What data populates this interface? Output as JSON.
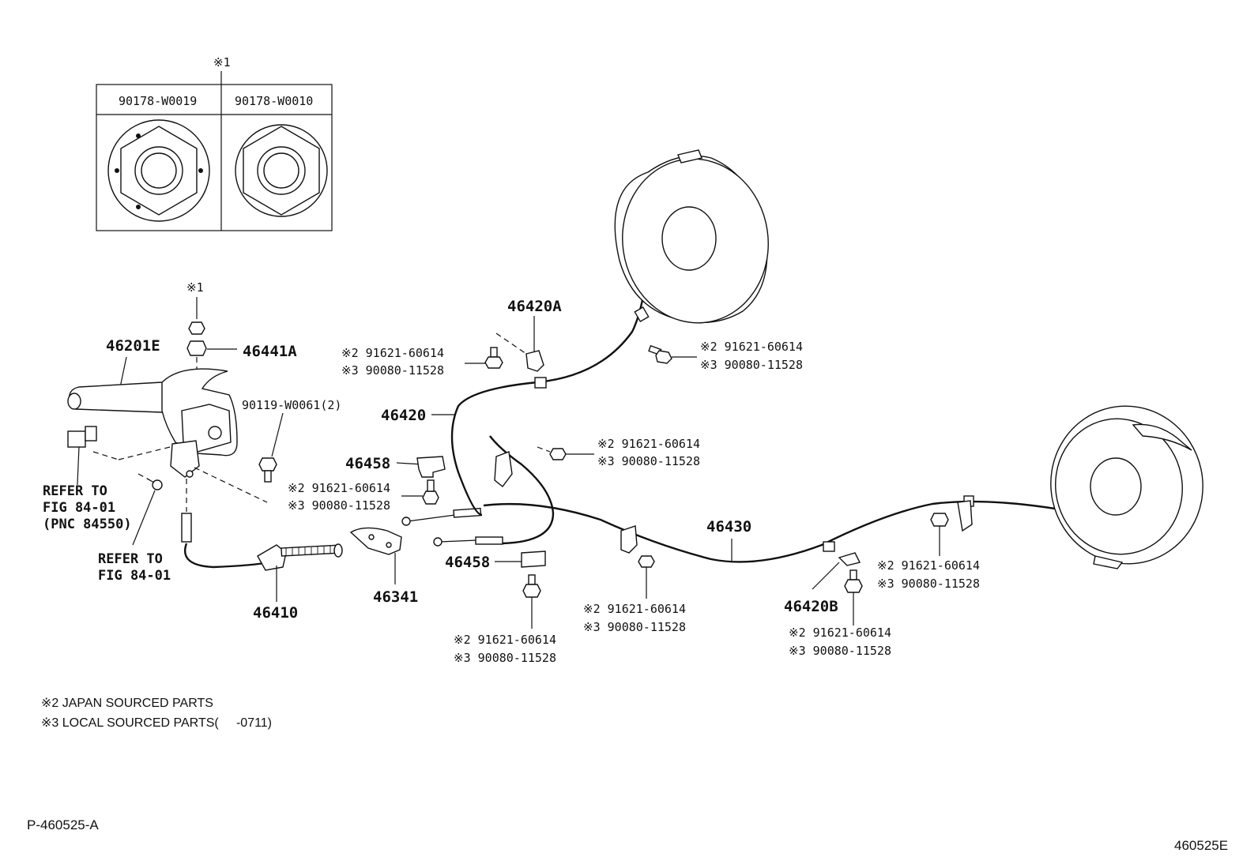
{
  "diagram": {
    "nut_table": {
      "marker": "※1",
      "left_part": "90178-W0019",
      "right_part": "90178-W0010"
    },
    "labels": {
      "marker_1_nut": "※1",
      "lever": "46201E",
      "nut": "46441A",
      "bolt_lever": "90119-W0061(2)",
      "refer_1_line1": "REFER TO",
      "refer_1_line2": "FIG 84-01",
      "refer_1_line3": "(PNC 84550)",
      "refer_2_line1": "REFER TO",
      "refer_2_line2": "FIG 84-01",
      "front_cable": "46410",
      "cable_left": "46420",
      "cable_right": "46430",
      "bracket_a": "46420A",
      "bracket_b": "46420B",
      "clamp_top": "46458",
      "clamp_bottom": "46458",
      "equalizer": "46341"
    },
    "bolt_callouts": [
      {
        "jp": "※2 91621-60614",
        "local": "※3 90080-11528"
      },
      {
        "jp": "※2 91621-60614",
        "local": "※3 90080-11528"
      },
      {
        "jp": "※2 91621-60614",
        "local": "※3 90080-11528"
      },
      {
        "jp": "※2 91621-60614",
        "local": "※3 90080-11528"
      },
      {
        "jp": "※2  91621-60614",
        "local": "※3  90080-11528"
      },
      {
        "jp": "※2  91621-60614",
        "local": "※3 90080-11528"
      },
      {
        "jp": "※2 91621-60614",
        "local": "※3 90080-11528"
      },
      {
        "jp": "※2 91621-60614",
        "local": "※3 90080-11528"
      }
    ],
    "notes": {
      "note2": "※2 JAPAN SOURCED PARTS",
      "note3": "※3 LOCAL SOURCED PARTS(     -0711)"
    },
    "footer": {
      "page_ref": "P-460525-A",
      "figure_code": "460525E"
    }
  }
}
